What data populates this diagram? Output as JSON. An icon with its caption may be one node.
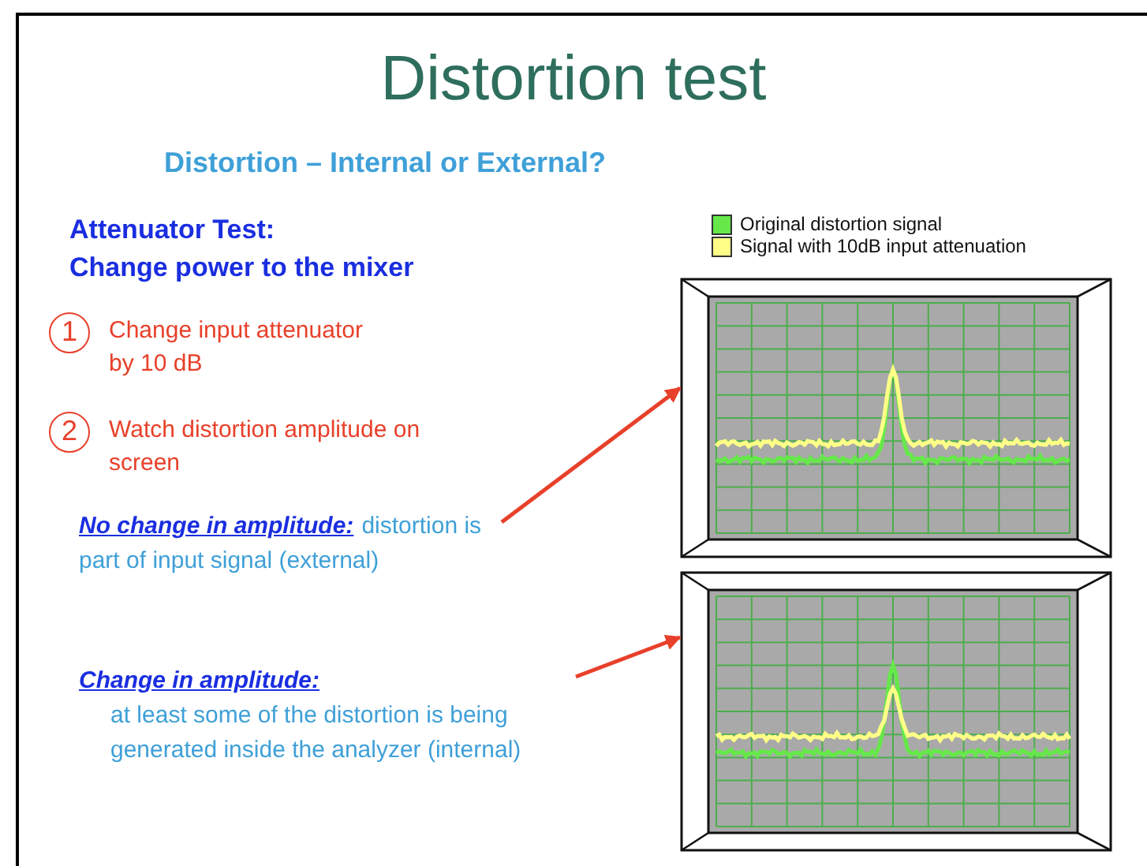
{
  "diagram": {
    "title": "Distortion test",
    "nodes": [
      {
        "text": [
          "1"
        ],
        "beside": [
          "Change input attenuator by 10 dB"
        ]
      },
      {
        "text": [
          "2"
        ],
        "beside": [
          "Watch distortion amplitude on screen"
        ]
      },
      {
        "text": [
          "No change in amplitude:",
          "distortion is part of input signal (external)"
        ]
      },
      {
        "text": [],
        "shape": "picture"
      },
      {
        "text": [
          "Change in amplitude:",
          "at least some of the distortion is being generated inside the analyzer (internal)"
        ]
      },
      {
        "text": [],
        "shape": "picture"
      }
    ],
    "edges": [
      {
        "from": 2,
        "to": 3,
        "arrow": "to",
        "color": "#e8402a"
      },
      {
        "from": 4,
        "to": 5,
        "arrow": "to",
        "color": "#e8402a"
      }
    ],
    "labels": [
      "Distortion – Internal or External?",
      "Attenuator Test:",
      "Change power to the mixer"
    ],
    "legend": [
      {
        "text": "Original distortion signal",
        "color": "#66e84a"
      },
      {
        "text": "Signal with 10dB input attenuation",
        "color": "#ffff88"
      }
    ]
  }
}
